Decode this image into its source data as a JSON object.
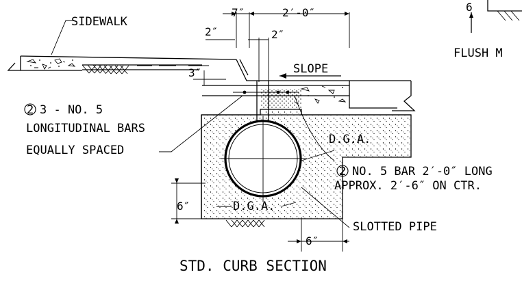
{
  "drawing": {
    "title": "STD. CURB SECTION",
    "labels": {
      "sidewalk": "SIDEWALK",
      "slope": "SLOPE",
      "flush": "FLUSH M",
      "long_bars_circle": "2",
      "long_bars_1": "3 - NO. 5",
      "long_bars_2": "LONGITUDINAL BARS",
      "long_bars_3": "EQUALLY SPACED",
      "dga_upper": "D.G.A.",
      "dga_lower": "D.G.A.",
      "bar_circle": "2",
      "bar_1": "NO. 5 BAR 2′-0″ LONG",
      "bar_2": "APPROX. 2′-6″ ON CTR.",
      "slotted_pipe": "SLOTTED PIPE"
    },
    "dimensions": {
      "d7": "7″",
      "d2ft": "2′-0″",
      "d2a": "2″",
      "d2b": "2″",
      "d3": "3″",
      "d6left": "6″",
      "d6bottom": "6″",
      "d_partial": "6"
    }
  }
}
